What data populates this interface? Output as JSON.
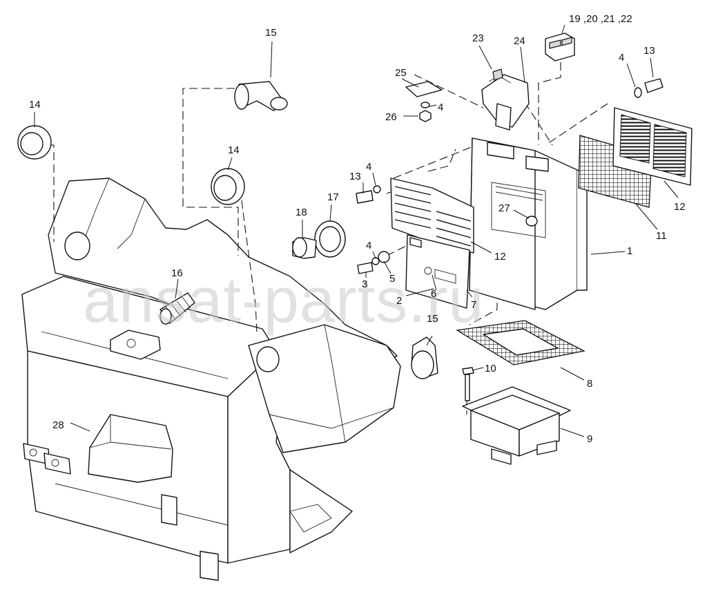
{
  "diagram": {
    "watermark": "ansat-parts.ru",
    "callouts": [
      {
        "id": "c1",
        "text": "1"
      },
      {
        "id": "c2",
        "text": "2"
      },
      {
        "id": "c3",
        "text": "3"
      },
      {
        "id": "c4a",
        "text": "4"
      },
      {
        "id": "c4b",
        "text": "4"
      },
      {
        "id": "c4c",
        "text": "4"
      },
      {
        "id": "c4d",
        "text": "4"
      },
      {
        "id": "c5",
        "text": "5"
      },
      {
        "id": "c6",
        "text": "6"
      },
      {
        "id": "c7",
        "text": "7"
      },
      {
        "id": "c8",
        "text": "8"
      },
      {
        "id": "c9",
        "text": "9"
      },
      {
        "id": "c10",
        "text": "10"
      },
      {
        "id": "c11",
        "text": "11"
      },
      {
        "id": "c12a",
        "text": "12"
      },
      {
        "id": "c12b",
        "text": "12"
      },
      {
        "id": "c13a",
        "text": "13"
      },
      {
        "id": "c13b",
        "text": "13"
      },
      {
        "id": "c14a",
        "text": "14"
      },
      {
        "id": "c14b",
        "text": "14"
      },
      {
        "id": "c15a",
        "text": "15"
      },
      {
        "id": "c15b",
        "text": "15"
      },
      {
        "id": "c16",
        "text": "16"
      },
      {
        "id": "c17",
        "text": "17"
      },
      {
        "id": "c18",
        "text": "18"
      },
      {
        "id": "c19",
        "text": "19 ,20 ,21 ,22"
      },
      {
        "id": "c23",
        "text": "23"
      },
      {
        "id": "c24",
        "text": "24"
      },
      {
        "id": "c25",
        "text": "25"
      },
      {
        "id": "c26",
        "text": "26"
      },
      {
        "id": "c27",
        "text": "27"
      },
      {
        "id": "c28",
        "text": "28"
      }
    ]
  }
}
